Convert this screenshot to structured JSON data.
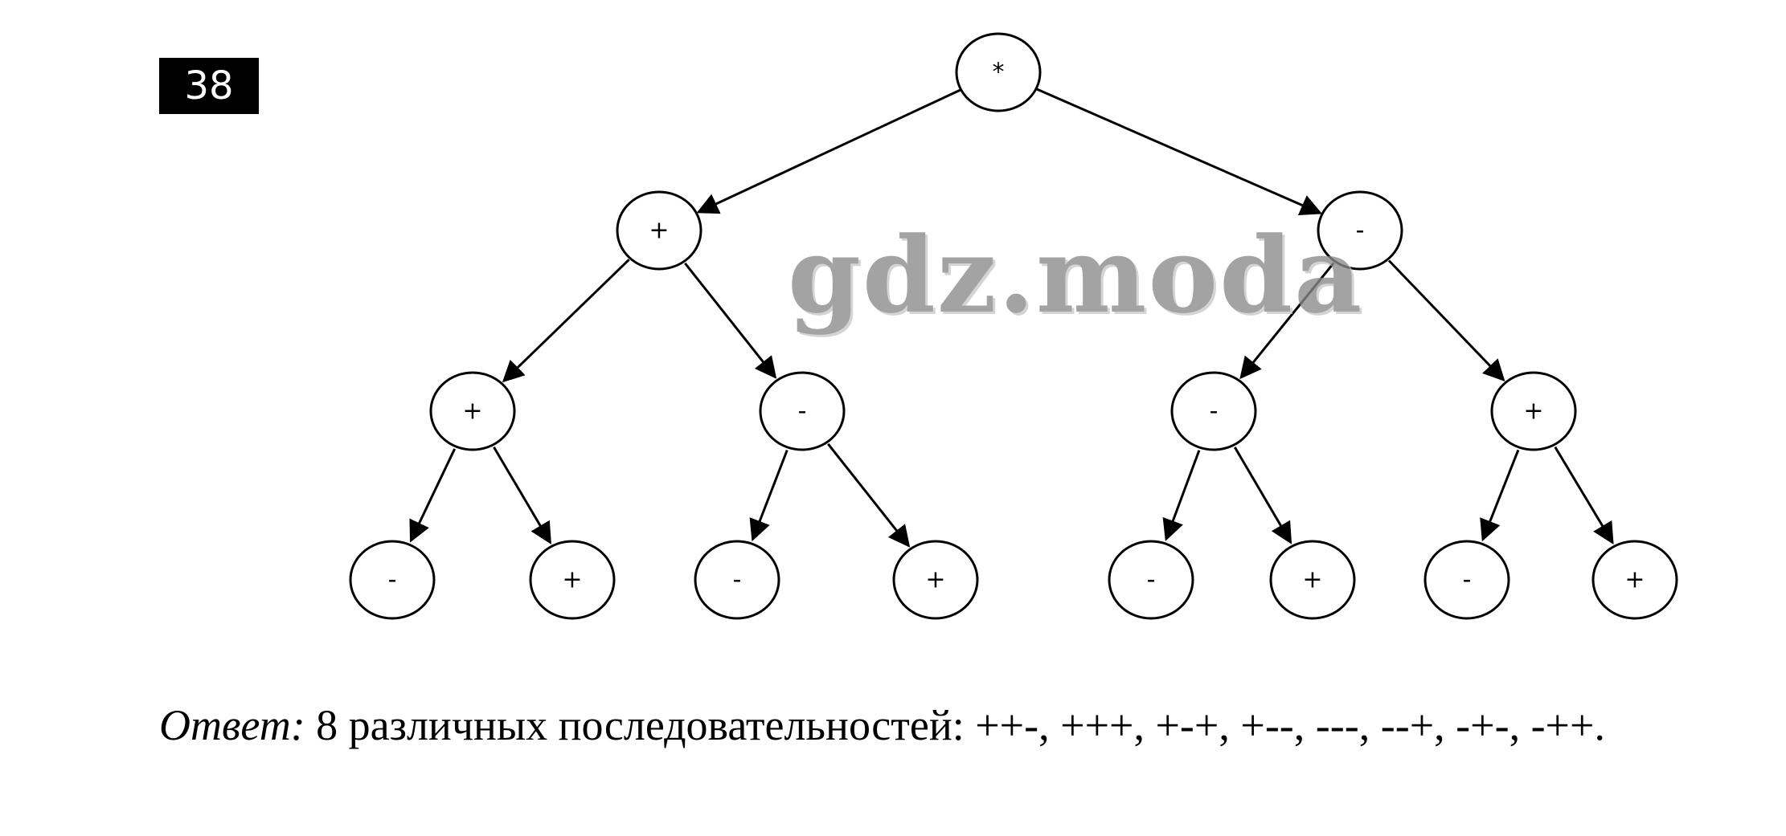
{
  "problem_number": "38",
  "watermark": "gdz.moda",
  "tree": {
    "root": "*",
    "level1": [
      "+",
      "-"
    ],
    "level2": [
      "+",
      "-",
      "-",
      "+"
    ],
    "level3": [
      "-",
      "+",
      "-",
      "+",
      "-",
      "+",
      "-",
      "+"
    ]
  },
  "answer": {
    "label": "Ответ:",
    "text": "8 различных последовательностей: ++-, +++, +-+, +--, ---, --+, -+-, -++."
  }
}
